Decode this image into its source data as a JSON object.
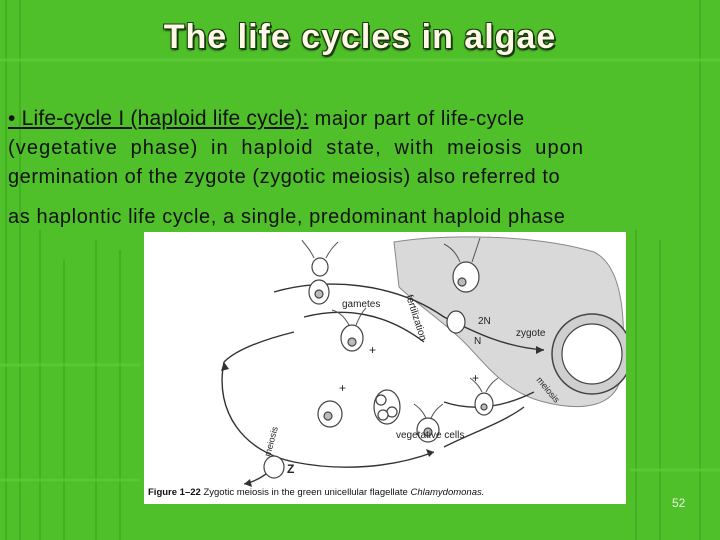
{
  "slide": {
    "title": "The life cycles in algae",
    "bullet": {
      "lead": "• Life-cycle I (haploid life cycle):",
      "line1_rest": " major part of life-cycle",
      "line2": "(vegetative phase) in haploid state, with meiosis upon",
      "line3": "germination of the zygote (zygotic meiosis) also referred to",
      "line4": "as haplontic life cycle, a single, predominant haploid phase"
    },
    "page_number": "52"
  },
  "figure": {
    "labels": {
      "fertilization": "fertilization",
      "gametes": "gametes",
      "two_n": "2N",
      "zygote": "zygote",
      "n": "N",
      "meiosis_right": "meiosis",
      "vegetative_cells": "vegetative cells",
      "meiosis_left": "meiosis",
      "z": "Z",
      "plus_a": "+",
      "plus_b": "+",
      "plus_c": "+"
    },
    "caption_bold": "Figure 1–22",
    "caption_text": "  Zygotic meiosis in the green unicellular flagellate ",
    "caption_italic": "Chlamydomonas."
  },
  "colors": {
    "background": "#4fbf2a",
    "title_text": "#fff8e6",
    "diploid_shading": "#d9d9d9"
  }
}
